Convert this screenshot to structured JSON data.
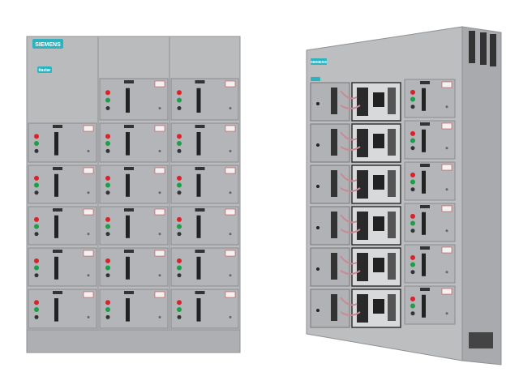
{
  "products": [
    {
      "name": "closed-mcc",
      "logo": "SIEMENS",
      "sublogo": "tiastar",
      "rows": 6,
      "columns": 3
    },
    {
      "name": "open-mcc",
      "logo": "SIEMENS",
      "sublogo": "tiastar",
      "rows": 6,
      "columns": 3
    }
  ],
  "colors": {
    "background": "#ffffff",
    "cabinet": "#b9bbbd",
    "cabinet_dark": "#9a9c9f",
    "side": "#a8aaad",
    "logo": "#2bb3c0",
    "red_button": "#d8232a",
    "green_button": "#1e9e4a",
    "wire": "#c98a96"
  }
}
